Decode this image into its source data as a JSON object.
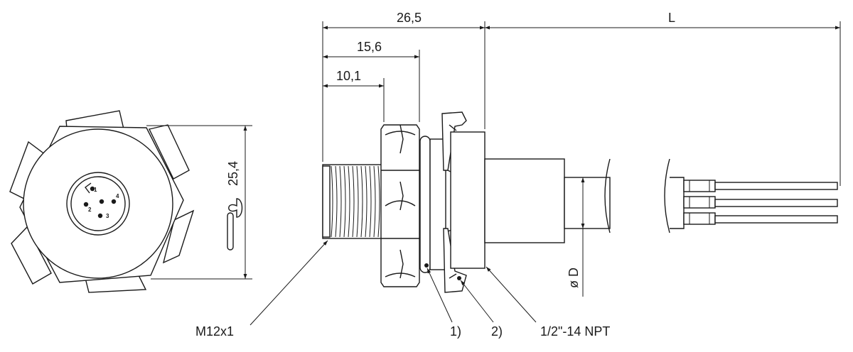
{
  "dimensions": {
    "overall_length": "26,5",
    "cable_length": "L",
    "middle_length": "15,6",
    "thread_length": "10,1",
    "width_across_flats": "25,4",
    "cable_diameter": "ø D"
  },
  "callouts": {
    "thread": "M12x1",
    "note_1": "1)",
    "note_2": "2)",
    "pipe_thread": "1/2\"-14 NPT"
  },
  "pins": [
    "1",
    "2",
    "3",
    "4"
  ],
  "colors": {
    "line": "#1a1a1a",
    "background": "#ffffff"
  }
}
